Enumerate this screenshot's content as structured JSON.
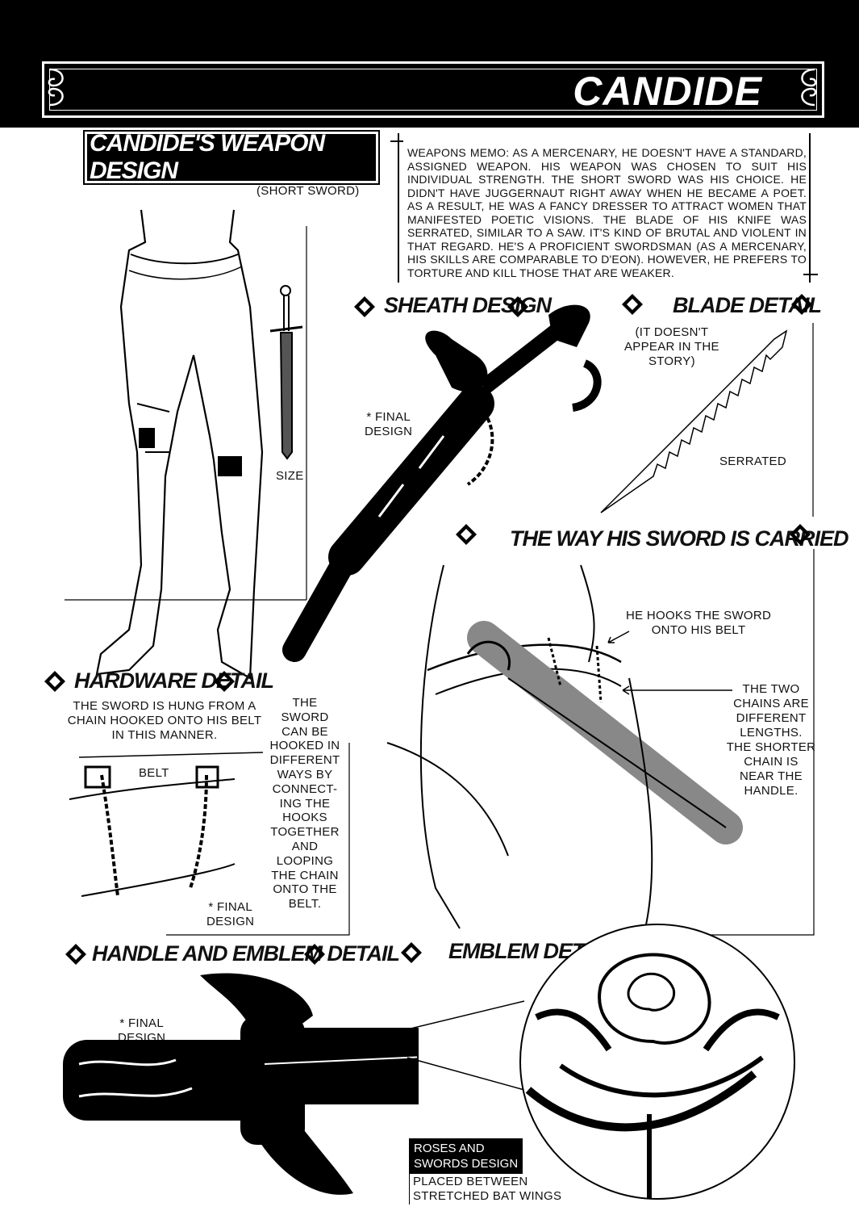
{
  "header": {
    "title": "CANDIDE"
  },
  "section_title": "CANDIDE'S WEAPON DESIGN",
  "short_sword_label": "(SHORT SWORD)",
  "memo": "WEAPONS MEMO: AS A MERCENARY, HE DOESN'T HAVE A STANDARD, ASSIGNED WEAPON. HIS WEAPON WAS CHOSEN TO SUIT HIS INDIVIDUAL STRENGTH. THE SHORT SWORD WAS HIS CHOICE. HE DIDN'T HAVE JUGGERNAUT RIGHT AWAY WHEN HE BECAME A POET. AS A RESULT, HE WAS A FANCY DRESSER TO ATTRACT WOMEN THAT MANIFESTED POETIC VISIONS. THE BLADE OF HIS KNIFE WAS SERRATED, SIMILAR TO A SAW. IT'S KIND OF BRUTAL AND VIOLENT IN THAT REGARD. HE'S A PROFICIENT SWORDSMAN (AS A MERCENARY, HIS SKILLS ARE COMPARABLE TO D'EON). HOWEVER, HE PREFERS TO TORTURE AND KILL THOSE THAT ARE WEAKER.",
  "size_label": "SIZE",
  "sheath": {
    "heading": "SHEATH DESIGN",
    "note_line1": "* FINAL",
    "note_line2": "DESIGN"
  },
  "blade": {
    "heading": "BLADE DETAIL",
    "note_line1": "(IT DOESN'T",
    "note_line2": "APPEAR IN THE",
    "note_line3": "STORY)",
    "serrated": "SERRATED"
  },
  "carry": {
    "heading": "THE WAY HIS SWORD IS CARRIED",
    "hook_line1": "HE HOOKS THE SWORD",
    "hook_line2": "ONTO HIS BELT",
    "chains": [
      "THE TWO",
      "CHAINS ARE",
      "DIFFERENT",
      "LENGTHS.",
      "THE SHORTER",
      "CHAIN IS",
      "NEAR THE",
      "HANDLE."
    ]
  },
  "hardware": {
    "heading": "HARDWARE DETAIL",
    "desc_line1": "THE SWORD IS HUNG FROM A",
    "desc_line2": "CHAIN HOOKED ONTO HIS BELT",
    "desc_line3": "IN THIS MANNER.",
    "belt": "BELT",
    "final_line1": "* FINAL",
    "final_line2": "DESIGN",
    "side_note": [
      "THE",
      "SWORD",
      "CAN BE",
      "HOOKED IN",
      "DIFFERENT",
      "WAYS BY",
      "CONNECT-",
      "ING THE",
      "HOOKS",
      "TOGETHER",
      "AND",
      "LOOPING",
      "THE CHAIN",
      "ONTO THE",
      "BELT."
    ]
  },
  "handle": {
    "heading": "HANDLE AND EMBLEM DETAIL",
    "final_line1": "* FINAL",
    "final_line2": "DESIGN"
  },
  "emblem": {
    "heading": "EMBLEM DETAIL",
    "box_line1": "ROSES AND",
    "box_line2": "SWORDS DESIGN",
    "sub_line1": "PLACED BETWEEN",
    "sub_line2": "STRETCHED BAT WINGS"
  }
}
